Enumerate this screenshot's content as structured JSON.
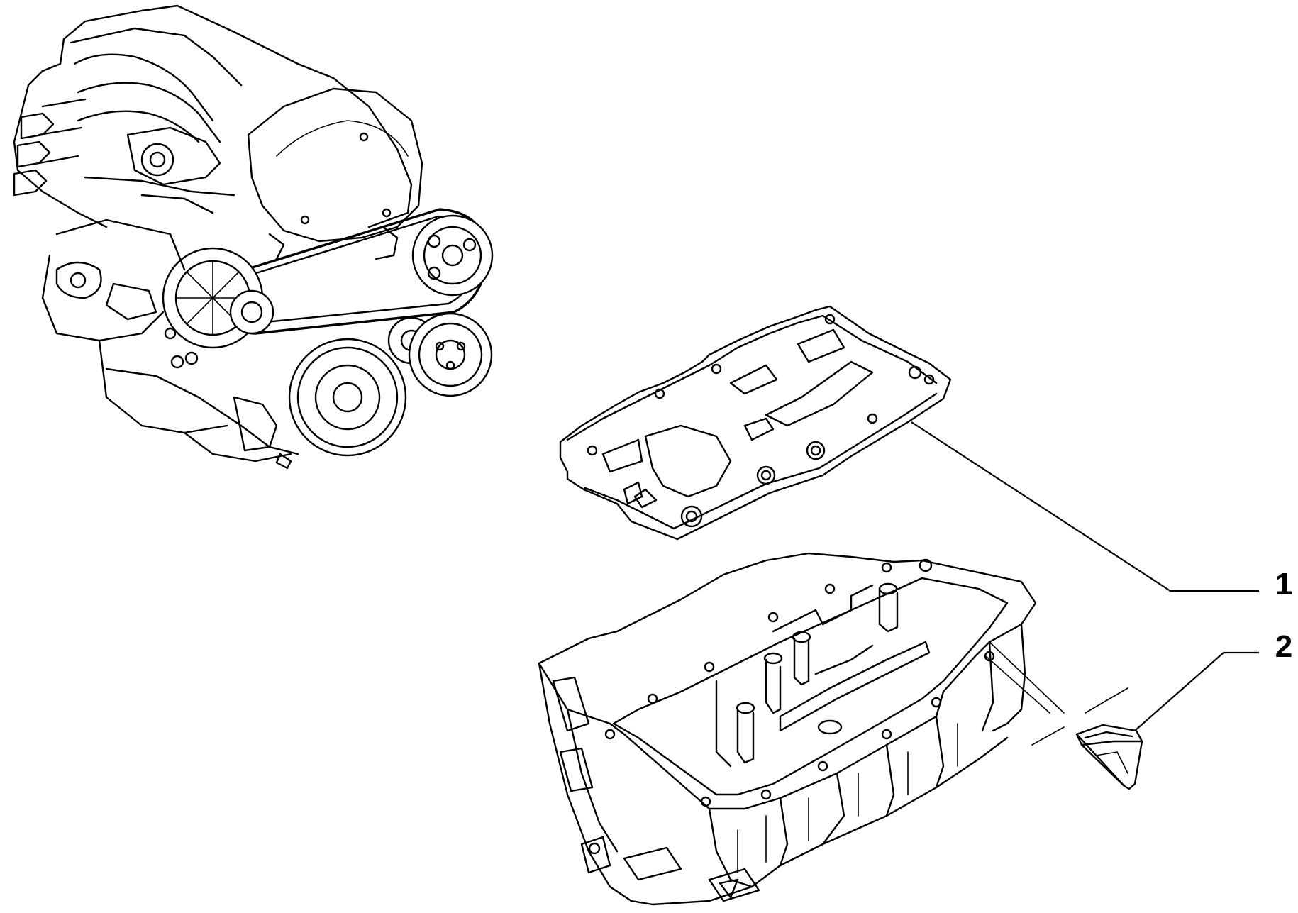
{
  "callouts": [
    {
      "label": "1",
      "part": "oil-pan-gasket"
    },
    {
      "label": "2",
      "part": "oil-drain-strainer"
    }
  ],
  "colors": {
    "line": "#000000",
    "background": "#ffffff"
  }
}
